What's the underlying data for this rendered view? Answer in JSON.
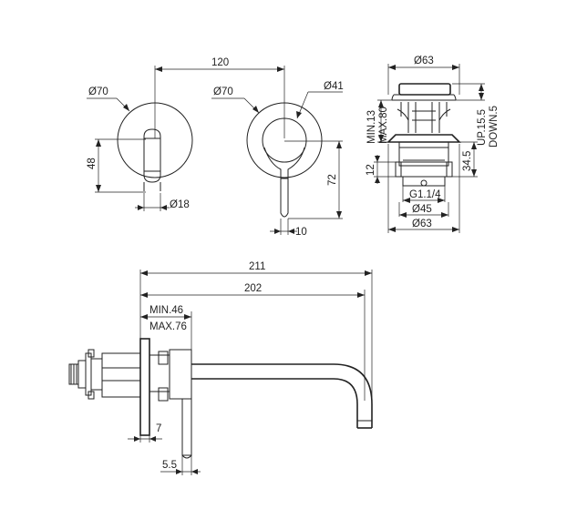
{
  "dimensions": {
    "d120": "120",
    "d70_left": "Ø70",
    "d70_right": "Ø70",
    "d41": "Ø41",
    "d48": "48",
    "d18": "Ø18",
    "d72": "72",
    "d10": "10",
    "d63_top": "Ø63",
    "min13": "MIN.13",
    "max80": "MAX.80",
    "up155": "UP.15.5",
    "down5": "DOWN.5",
    "d12": "12",
    "d345": "34.5",
    "g114": "G1.1/4",
    "d45": "Ø45",
    "d63_bottom": "Ø63",
    "d211": "211",
    "d202": "202",
    "min46": "MIN.46",
    "max76": "MAX.76",
    "d7": "7",
    "d55": "5.5"
  }
}
